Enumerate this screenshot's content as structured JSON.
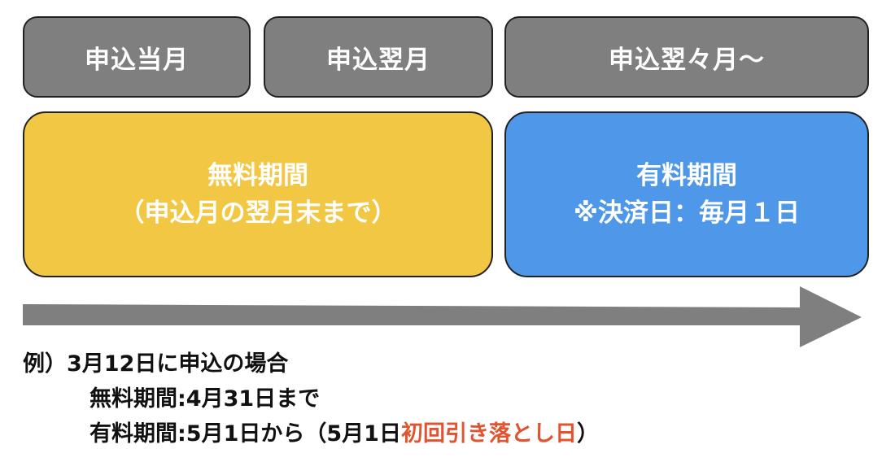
{
  "headers": {
    "current_month": "申込当月",
    "next_month": "申込翌月",
    "following_months": "申込翌々月〜"
  },
  "free_period": {
    "title": "無料期間",
    "note": "（申込月の翌月末まで）"
  },
  "paid_period": {
    "title": "有料期間",
    "note": "※決済日：毎月１日"
  },
  "example": {
    "heading": "例）3月12日に申込の場合",
    "free_line": "無料期間:4月31日まで",
    "paid_line_prefix": "有料期間:5月1日から（5月1日",
    "paid_line_highlight": "初回引き落とし日",
    "paid_line_suffix": "）"
  },
  "colors": {
    "header_gray": "#7f7f7f",
    "free_yellow": "#f2c744",
    "paid_blue": "#4f97e8",
    "arrow_gray": "#7f7f7f",
    "highlight_red": "#e0552f"
  }
}
